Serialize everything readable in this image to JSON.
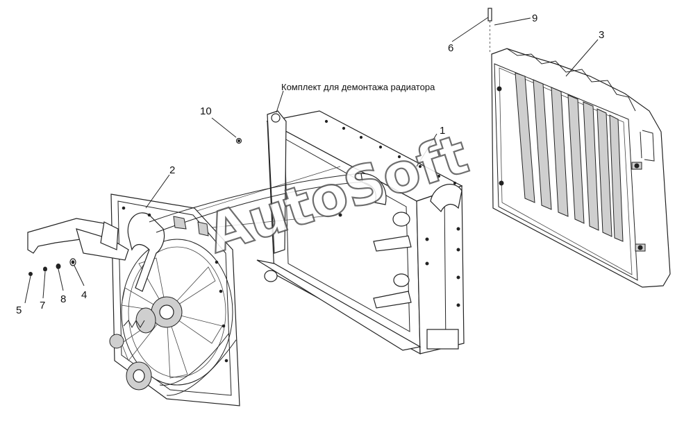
{
  "callouts": {
    "c1": "1",
    "c2": "2",
    "c3": "3",
    "c4": "4",
    "c5": "5",
    "c6": "6",
    "c7": "7",
    "c8": "8",
    "c9": "9",
    "c10": "10"
  },
  "annotation": "Комплект для демонтажа радиатора",
  "watermark": "AutoSoft"
}
